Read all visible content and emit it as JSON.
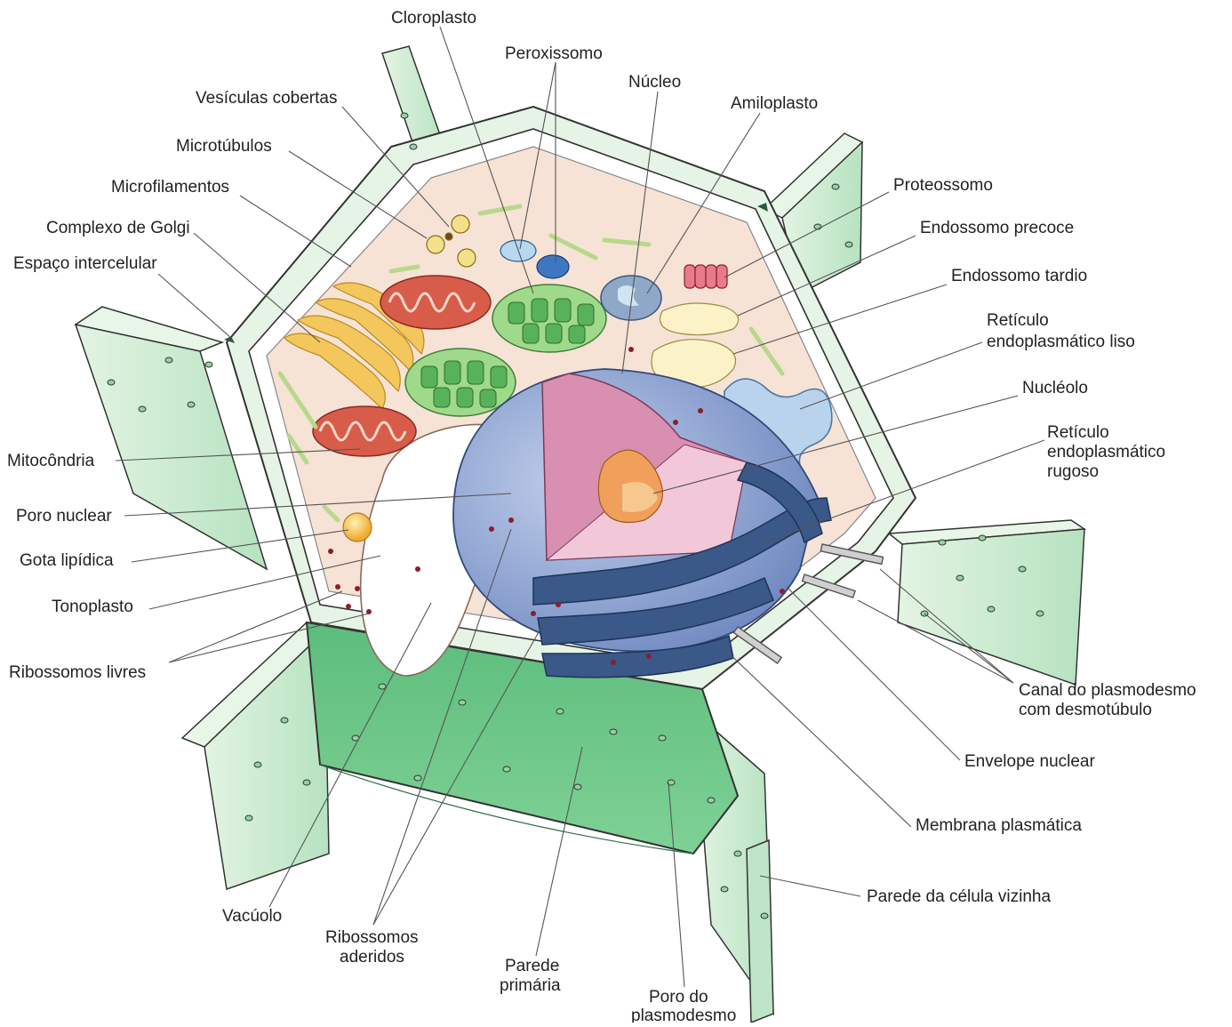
{
  "labels": {
    "cloroplasto": "Cloroplasto",
    "peroxissomo": "Peroxissomo",
    "nucleo": "Núcleo",
    "amiloplasto": "Amiloplasto",
    "vesiculas_cobertas": "Vesículas cobertas",
    "microtubulos": "Microtúbulos",
    "microfilamentos": "Microfilamentos",
    "complexo_golgi": "Complexo de Golgi",
    "espaco_intercelular": "Espaço intercelular",
    "proteossomo": "Proteossomo",
    "endossomo_precoce": "Endossomo precoce",
    "endossomo_tardio": "Endossomo tardio",
    "reticulo_liso_1": "Retículo",
    "reticulo_liso_2": "endoplasmático liso",
    "nucleolo": "Nucléolo",
    "reticulo_rugoso_1": "Retículo",
    "reticulo_rugoso_2": "endoplasmático",
    "reticulo_rugoso_3": "rugoso",
    "mitocondria": "Mitocôndria",
    "poro_nuclear": "Poro nuclear",
    "gota_lipidica": "Gota lipídica",
    "tonoplasto": "Tonoplasto",
    "ribossomos_livres": "Ribossomos livres",
    "canal_plasmodesmo_1": "Canal do plasmodesmo",
    "canal_plasmodesmo_2": "com desmotúbulo",
    "envelope_nuclear": "Envelope nuclear",
    "membrana_plasmatica": "Membrana  plasmática",
    "parede_vizinha": "Parede da célula vizinha",
    "vacuolo": "Vacúolo",
    "ribossomos_aderidos_1": "Ribossomos",
    "ribossomos_aderidos_2": "aderidos",
    "parede_primaria_1": "Parede",
    "parede_primaria_2": "primária",
    "poro_plasmodesmo_1": "Poro do",
    "poro_plasmodesmo_2": "plasmodesmo"
  },
  "colors": {
    "wall_light": "#d9efd9",
    "wall_mid": "#a8dcb4",
    "wall_dark": "#6cc48a",
    "cytoplasm": "#f6e3d6",
    "nucleus": "#8fa6d4",
    "nucleus_inner": "#d98fb0",
    "nucleolus": "#f0a05a",
    "rough_er": "#2e4a78",
    "smooth_er": "#a9c6e6",
    "mitochondria": "#d85c4a",
    "chloroplast": "#7cc96e",
    "golgi": "#f0c860",
    "ribosome": "#8a1e2e"
  }
}
